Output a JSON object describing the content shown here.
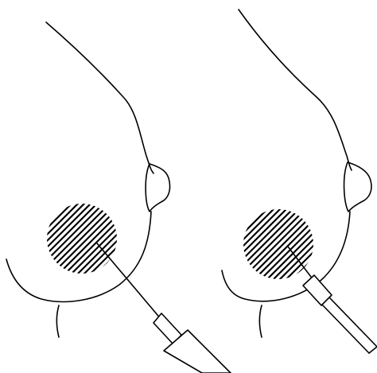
{
  "figure": {
    "panels": [
      {
        "name": "left-panel",
        "instrument": "needle-and-syringe"
      },
      {
        "name": "right-panel",
        "instrument": "core-biopsy-needle"
      }
    ],
    "colors": {
      "line": "#000000",
      "background": "#ffffff"
    }
  }
}
